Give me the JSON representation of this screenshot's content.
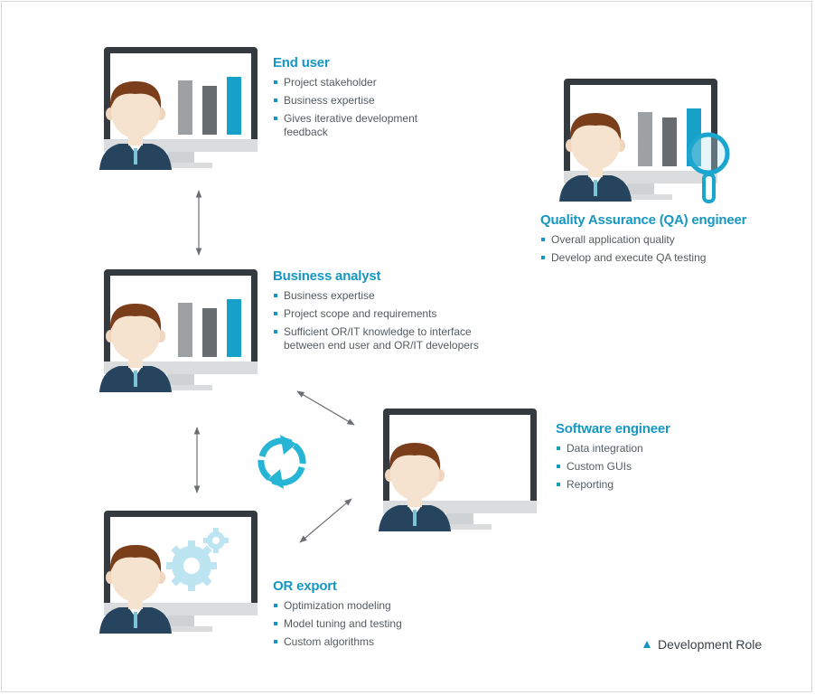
{
  "roles": {
    "end_user": {
      "title": "End user",
      "items": [
        "Project stakeholder",
        "Business expertise",
        "Gives iterative development feedback"
      ]
    },
    "qa_engineer": {
      "title": "Quality Assurance (QA) engineer",
      "items": [
        "Overall application quality",
        "Develop and execute QA testing"
      ]
    },
    "business_analyst": {
      "title": "Business analyst",
      "items": [
        "Business expertise",
        "Project scope and requirements",
        "Sufficient OR/IT knowledge to interface between end user and OR/IT developers"
      ]
    },
    "software_engineer": {
      "title": "Software engineer",
      "items": [
        "Data integration",
        "Custom GUIs",
        "Reporting"
      ]
    },
    "or_export": {
      "title": "OR export",
      "items": [
        "Optimization modeling",
        "Model tuning and testing",
        "Custom algorithms"
      ]
    }
  },
  "legend": {
    "label": "Development Role",
    "icon": "triangle-up-icon"
  },
  "icons": {
    "monitor": "monitor-with-person-icon",
    "chart": "bar-chart-icon",
    "magnifier": "magnifier-icon",
    "gears": "gears-icon",
    "cycle": "cycle-arrows-icon",
    "arrow": "double-arrow-icon"
  },
  "colors": {
    "accent": "#1597c2",
    "text": "#555b61",
    "monitor_frame": "#343a40",
    "bar_light": "#9ea1a3",
    "bar_dark": "#666c70",
    "hair": "#7a3e1b",
    "skin": "#f5e3d0",
    "shirt": "#27445e",
    "gear": "#bde4f1"
  }
}
